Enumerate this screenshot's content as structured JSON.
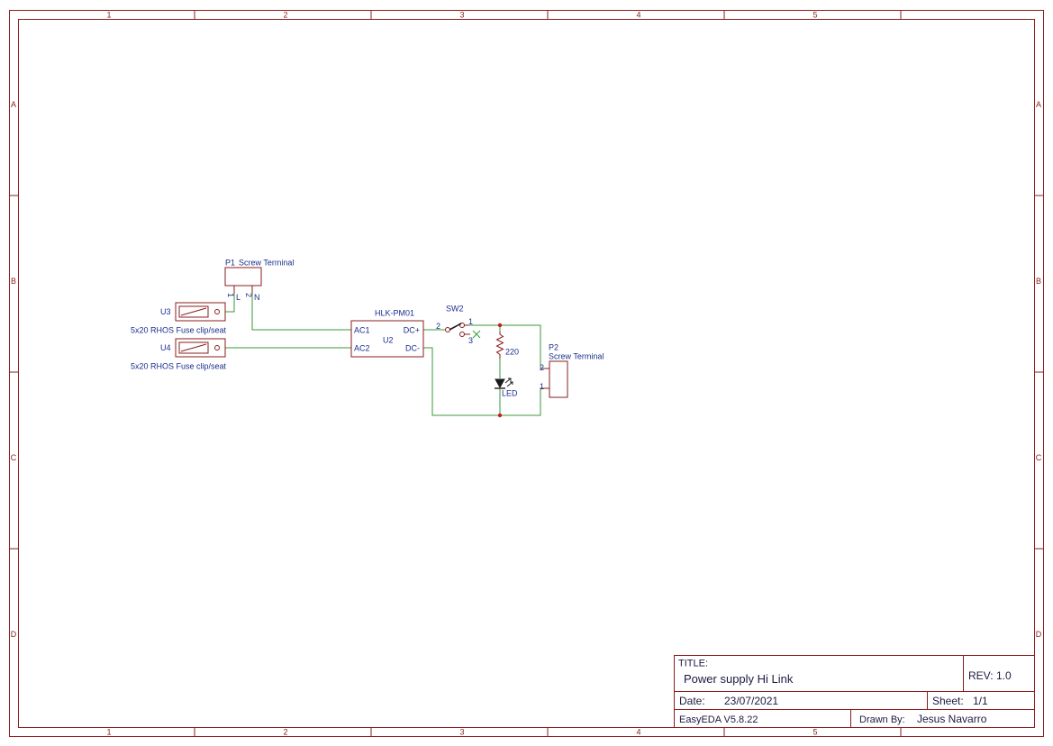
{
  "frame": {
    "columns": [
      "1",
      "2",
      "3",
      "4",
      "5"
    ],
    "rows": [
      "A",
      "B",
      "C",
      "D"
    ]
  },
  "components": {
    "p1": {
      "ref": "P1",
      "value": "Screw Terminal",
      "pin1": "1",
      "pin2": "2",
      "pin1_name": "L",
      "pin2_name": "N"
    },
    "u3": {
      "ref": "U3",
      "value": "5x20 RHOS Fuse clip/seat"
    },
    "u4": {
      "ref": "U4",
      "value": "5x20 RHOS Fuse clip/seat"
    },
    "u2": {
      "ref": "U2",
      "value": "HLK-PM01",
      "ac1": "AC1",
      "ac2": "AC2",
      "dcp": "DC+",
      "dcm": "DC-"
    },
    "sw2": {
      "ref": "SW2",
      "pin1": "1",
      "pin2": "2",
      "pin3": "3"
    },
    "r": {
      "value": "220"
    },
    "led": {
      "value": "LED"
    },
    "p2": {
      "ref": "P2",
      "value": "Screw Terminal",
      "pin1": "1",
      "pin2": "2"
    }
  },
  "title_block": {
    "title_label": "TITLE:",
    "title": "Power supply Hi Link",
    "rev_label": "REV:",
    "rev": "1.0",
    "date_label": "Date:",
    "date": "23/07/2021",
    "sheet_label": "Sheet:",
    "sheet": "1/1",
    "software": "EasyEDA V5.8.22",
    "drawn_label": "Drawn By:",
    "drawn_by": "Jesus Navarro"
  }
}
